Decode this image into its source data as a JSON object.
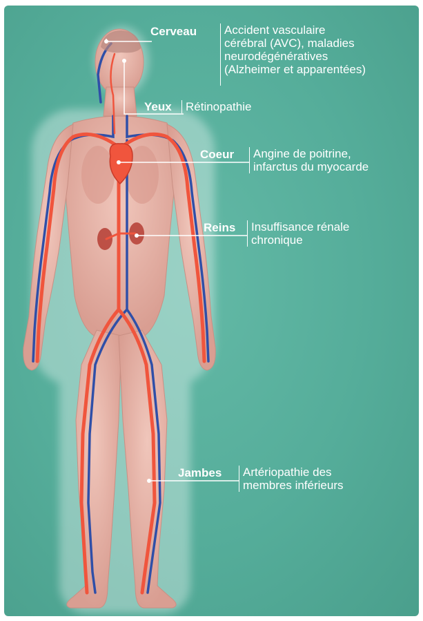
{
  "annotations": {
    "cerveau": {
      "organ": "Cerveau",
      "lines": [
        "Accident vasculaire",
        "cérébral (AVC), maladies",
        "neurodégénératives",
        "(Alzheimer et apparentées)"
      ]
    },
    "yeux": {
      "organ": "Yeux",
      "lines": [
        "Rétinopathie"
      ]
    },
    "coeur": {
      "organ": "Coeur",
      "lines": [
        "Angine de poitrine,",
        "infarctus du myocarde"
      ]
    },
    "reins": {
      "organ": "Reins",
      "lines": [
        "Insuffisance rénale",
        "chronique"
      ]
    },
    "jambes": {
      "organ": "Jambes",
      "lines": [
        "Artériopathie des",
        "membres inférieurs"
      ]
    }
  },
  "colors": {
    "background": "#55ad9a",
    "artery": "#f0553d",
    "vein": "#2f4fa8",
    "skin": "#e9b8ad",
    "leader": "#ffffff"
  }
}
